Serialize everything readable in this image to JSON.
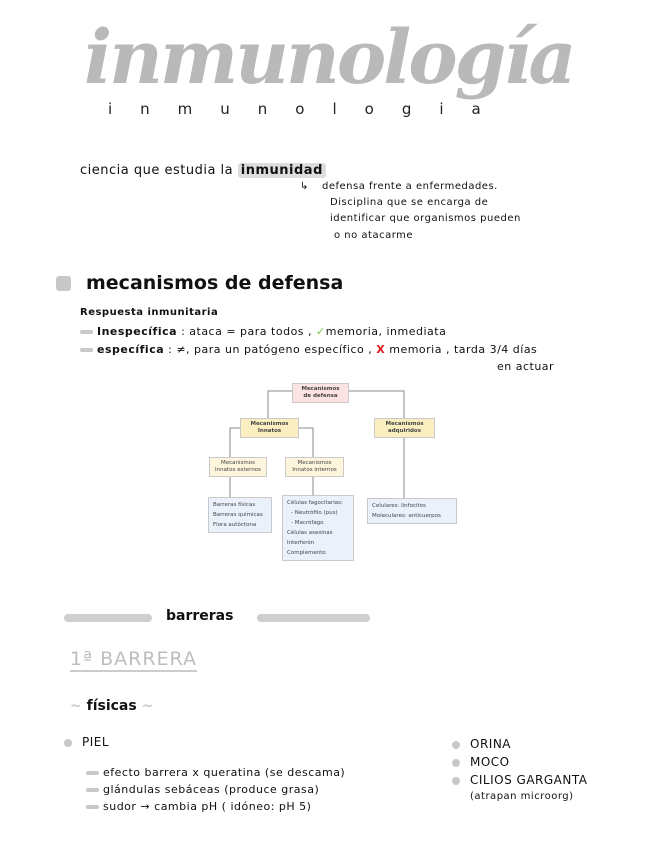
{
  "title": "inmunología",
  "title_spaced": "inmunologia",
  "definition": {
    "prefix": "ciencia que estudia la",
    "highlight": "inmunidad",
    "arrow_icon": "arrow-right-icon",
    "lines": [
      "defensa frente a enfermedades.",
      "Disciplina que se encarga de",
      "identificar que organismos pueden",
      "o no atacarme"
    ]
  },
  "section1": {
    "title": "mecanismos de defensa",
    "subtitle": "Respuesta inmunitaria",
    "items": [
      {
        "label": "Inespecífica",
        "text_a": ": ataca = para todos ,",
        "mark": "✓",
        "text_b": "memoria, inmediata",
        "mark_color": "#7cc242"
      },
      {
        "label": "específica",
        "text_a": ":  ≠, para un patógeno específico ,",
        "mark": "X",
        "text_b": "memoria  , tarda 3/4 días",
        "text_c": "en actuar",
        "mark_color": "#e02020"
      }
    ]
  },
  "diagram": {
    "root": "Mecanismos de defensa",
    "innatos": "Mecanismos Innatos",
    "adquiridos": "Mecanismos adquiridos",
    "externos": "Mecanismos Innatos externos",
    "internos": "Mecanismos Innatos internos",
    "externos_list": [
      "Barreras físicas",
      "Barreras químicas",
      "Flora autóctona"
    ],
    "internos_list": [
      "Células fagocitarias:",
      "- Neutrófilo (pus)",
      "- Macrófago",
      "Células asesinas",
      "Interferón",
      "Complemento"
    ],
    "adquiridos_list": [
      "Celulares: linfocitos",
      "Moleculares: anticuerpos"
    ]
  },
  "barreras": "barreras",
  "primera": "1ª BARRERA",
  "fisicas": "físicas",
  "piel": {
    "label": "PIEL",
    "items": [
      "efecto barrera x queratina (se descama)",
      "glándulas sebáceas (produce grasa)",
      "sudor → cambia pH  ( idóneo: pH 5)"
    ]
  },
  "right_list": [
    "ORINA",
    "MOCO",
    "CILIOS GARGANTA"
  ],
  "right_note": "(atrapan microorg)"
}
